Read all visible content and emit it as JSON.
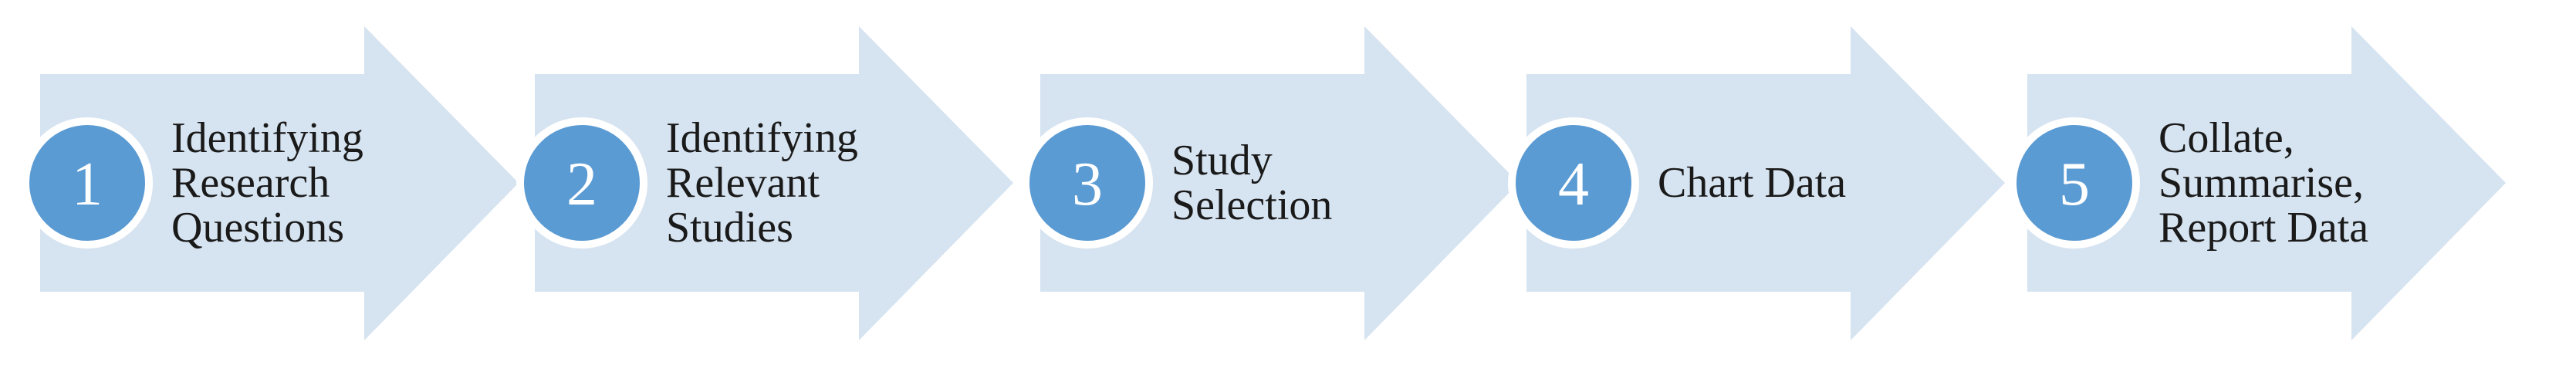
{
  "colors": {
    "arrow_fill": "#d6e3f0",
    "circle_fill": "#5b9bd3",
    "circle_border": "#ffffff",
    "number_text": "#ffffff",
    "label_text": "#1a1a1a"
  },
  "steps": [
    {
      "number": "1",
      "label": "Identifying\nResearch\nQuestions"
    },
    {
      "number": "2",
      "label": "Identifying\nRelevant\nStudies"
    },
    {
      "number": "3",
      "label": "Study\nSelection"
    },
    {
      "number": "4",
      "label": "Chart Data"
    },
    {
      "number": "5",
      "label": "Collate,\nSummarise,\nReport Data"
    }
  ]
}
